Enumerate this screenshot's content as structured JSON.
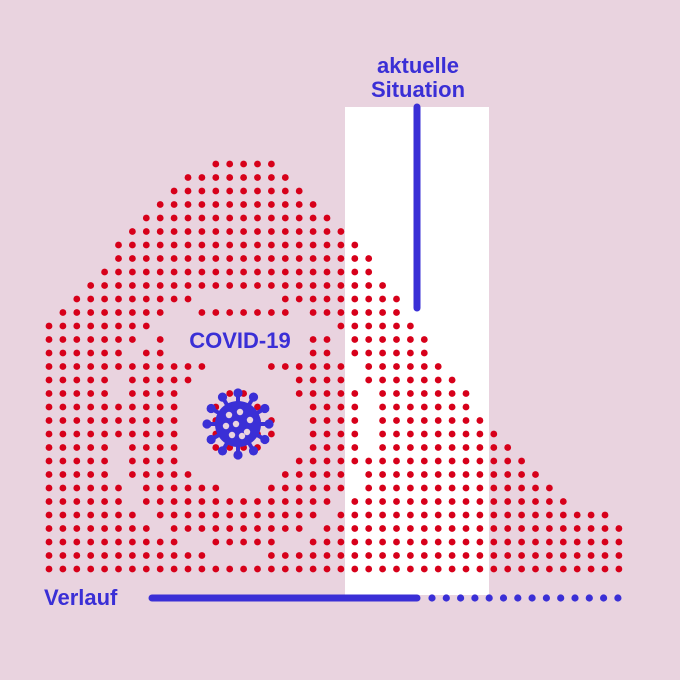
{
  "labels": {
    "situation_line1": "aktuelle",
    "situation_line2": "Situation",
    "virus": "COVID-19",
    "timeline": "Verlauf"
  },
  "icons": {
    "virus": "coronavirus-icon"
  },
  "colors": {
    "background": "#e9d3df",
    "dots": "#d7001a",
    "accent": "#3a2fd6",
    "highlight": "#ffffff"
  }
}
